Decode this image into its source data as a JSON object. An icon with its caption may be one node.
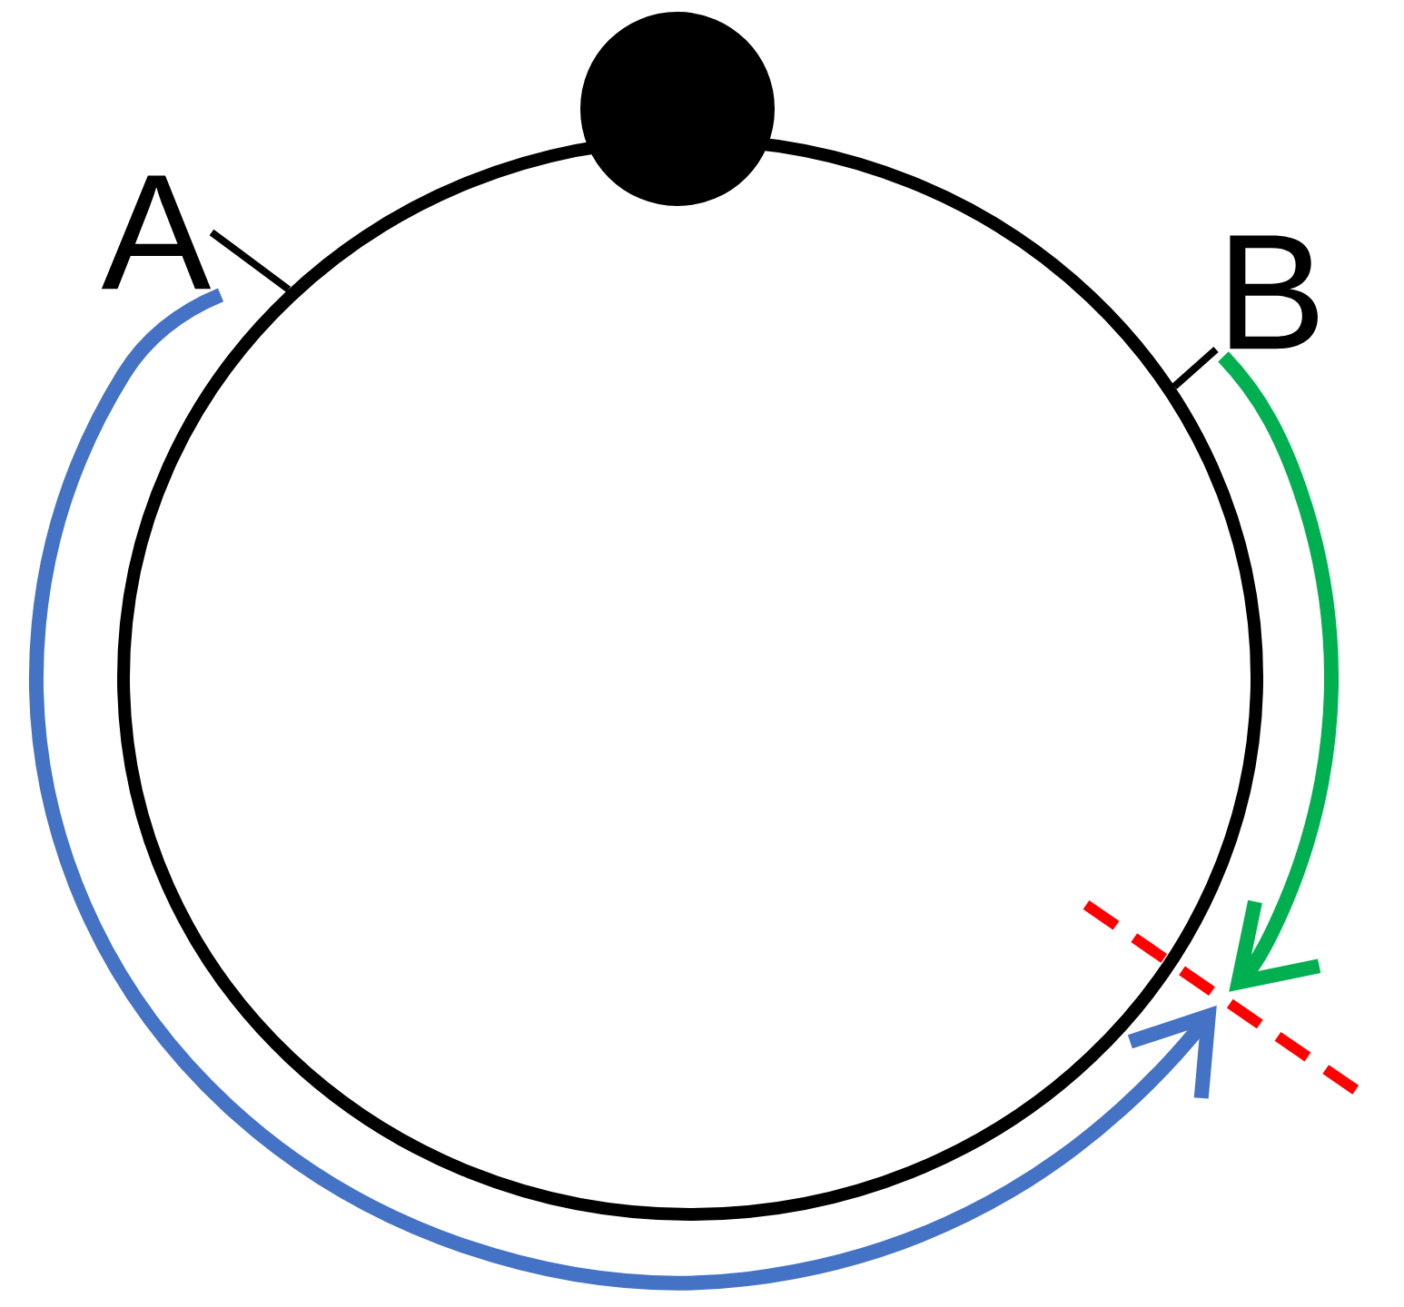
{
  "diagram": {
    "nodes": [
      {
        "text": [],
        "shape": "circle"
      },
      {
        "text": [],
        "shape": "circle"
      },
      {
        "text": [
          "A"
        ]
      },
      {
        "text": [
          "B"
        ]
      },
      {
        "text": [],
        "shape": "line"
      }
    ],
    "edges": [
      {
        "from": 2,
        "to": 0,
        "arrow": "none"
      },
      {
        "from": 3,
        "to": 0,
        "arrow": "none"
      },
      {
        "from": 2,
        "to": 4,
        "arrow": "to",
        "style": "thick",
        "color": "#4472c4"
      },
      {
        "from": 3,
        "to": 4,
        "arrow": "to",
        "style": "thick",
        "color": "#00b050"
      }
    ]
  }
}
